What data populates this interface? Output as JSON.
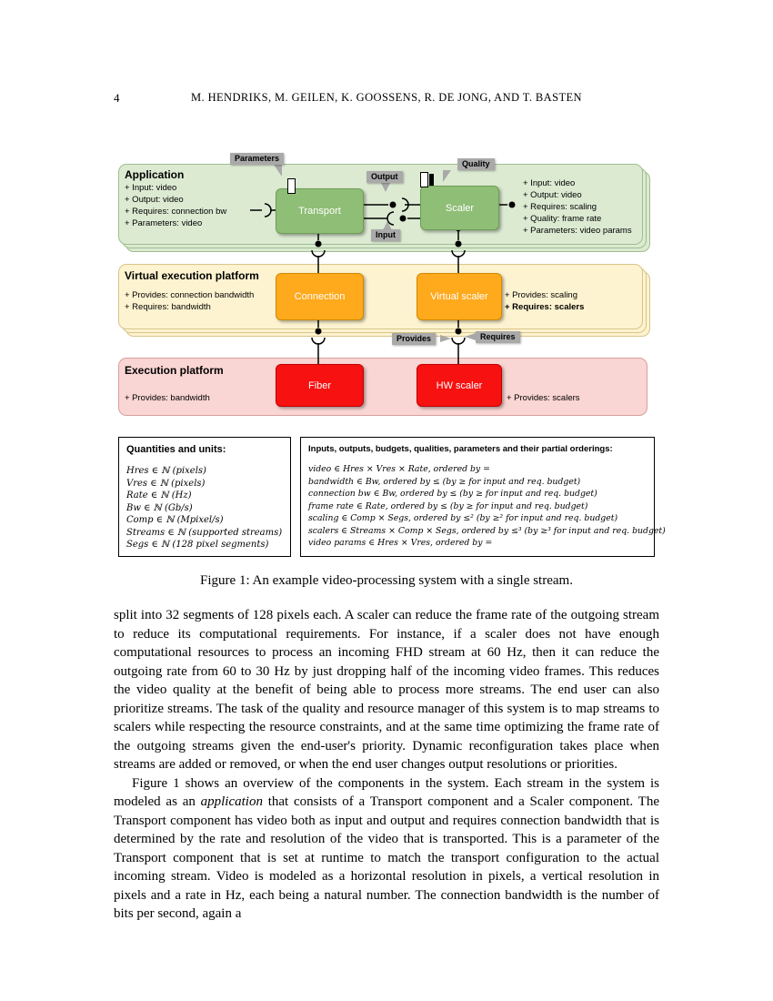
{
  "page": {
    "number": "4",
    "running_header": "M. HENDRIKS, M. GEILEN, K. GOOSSENS, R. DE JONG, AND T. BASTEN"
  },
  "figure": {
    "caption": "Figure 1: An example video-processing system with a single stream.",
    "layers": {
      "application": {
        "title": "Application",
        "left_props": [
          "+ Input: video",
          "+ Output: video",
          "+ Requires: connection bw",
          "+ Parameters: video"
        ],
        "right_props": [
          "+ Input: video",
          "+ Output: video",
          "+ Requires: scaling",
          "+ Quality: frame rate",
          "+ Parameters: video params"
        ],
        "transport_label": "Transport",
        "scaler_label": "Scaler"
      },
      "virtual": {
        "title": "Virtual execution platform",
        "left_props": [
          "+ Provides: connection bandwidth",
          "+ Requires: bandwidth"
        ],
        "right_props": [
          "+ Provides: scaling",
          "+ Requires: scalers"
        ],
        "connection_label": "Connection",
        "virtual_scaler_label": "Virtual scaler"
      },
      "execution": {
        "title": "Execution platform",
        "left_props": [
          "+ Provides: bandwidth"
        ],
        "right_props": [
          "+ Provides: scalers"
        ],
        "fiber_label": "Fiber",
        "hw_scaler_label": "HW scaler"
      }
    },
    "callouts": {
      "parameters": "Parameters",
      "output": "Output",
      "quality": "Quality",
      "input": "Input",
      "provides": "Provides",
      "requires": "Requires"
    },
    "quantities_box": {
      "title": "Quantities and units:",
      "lines": [
        "Hres ∈ ℕ (pixels)",
        "Vres ∈ ℕ (pixels)",
        "Rate ∈ ℕ (Hz)",
        "Bw ∈ ℕ (Gb/s)",
        "Comp ∈ ℕ (Mpixel/s)",
        "Streams ∈ ℕ (supported streams)",
        "Segs ∈ ℕ (128 pixel segments)"
      ]
    },
    "orderings_box": {
      "title": "Inputs, outputs, budgets, qualities, parameters and their partial orderings:",
      "lines": [
        "video ∈ Hres × Vres × Rate, ordered by =",
        "bandwidth ∈ Bw, ordered by ≤ (by ≥ for input and req. budget)",
        "connection bw ∈ Bw, ordered by ≤ (by ≥ for input and req. budget)",
        "frame rate ∈ Rate, ordered by ≤ (by ≥ for input and req. budget)",
        "scaling ∈ Comp × Segs, ordered by ≤² (by ≥² for input and req. budget)",
        "scalers ∈ Streams × Comp × Segs, ordered by ≤³ (by ≥³ for input and req. budget)",
        "video params ∈ Hres × Vres, ordered by ="
      ]
    },
    "colors": {
      "application_panel": "#dcead2",
      "virtual_panel": "#fdf3d0",
      "execution_panel": "#f9d5d3",
      "application_component": "#8fbe76",
      "virtual_component": "#ffa91c",
      "execution_component": "#f81111",
      "callout": "#a9a9a9"
    }
  },
  "body": {
    "paragraph1": "split into 32 segments of 128 pixels each. A scaler can reduce the frame rate of the outgoing stream to reduce its computational requirements. For instance, if a scaler does not have enough computational resources to process an incoming FHD stream at 60 Hz, then it can reduce the outgoing rate from 60 to 30 Hz by just dropping half of the incoming video frames. This reduces the video quality at the benefit of being able to process more streams. The end user can also prioritize streams. The task of the quality and resource manager of this system is to map streams to scalers while respecting the resource constraints, and at the same time optimizing the frame rate of the outgoing streams given the end-user's priority. Dynamic reconfiguration takes place when streams are added or removed, or when the end user changes output resolutions or priorities.",
    "paragraph2_before": "Figure 1 shows an overview of the components in the system. Each stream in the system is modeled as an ",
    "paragraph2_italic": "application",
    "paragraph2_after": " that consists of a Transport component and a Scaler component. The Transport component has video both as input and output and requires connection bandwidth that is determined by the rate and resolution of the video that is transported. This is a parameter of the Transport component that is set at runtime to match the transport configuration to the actual incoming stream. Video is modeled as a horizontal resolution in pixels, a vertical resolution in pixels and a rate in Hz, each being a natural number. The connection bandwidth is the number of bits per second, again a"
  }
}
